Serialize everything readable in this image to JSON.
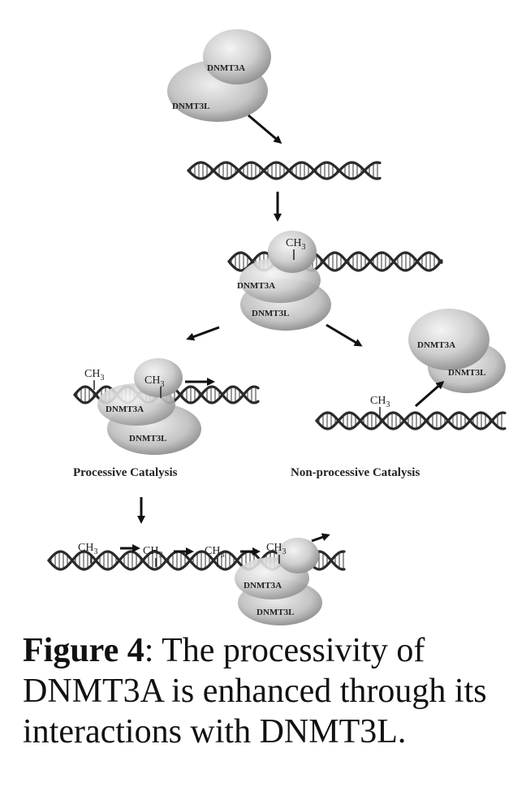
{
  "labels": {
    "dnmt3a": "DNMT3A",
    "dnmt3l": "DNMT3L",
    "ch3_base": "CH",
    "ch3_sub": "3"
  },
  "captions": {
    "processive": "Processive Catalysis",
    "non_processive": "Non-processive Catalysis"
  },
  "figure_caption": {
    "label": "Figure 4",
    "text": ": The processivity of DNMT3A is enhanced through its interactions with DNMT3L."
  }
}
